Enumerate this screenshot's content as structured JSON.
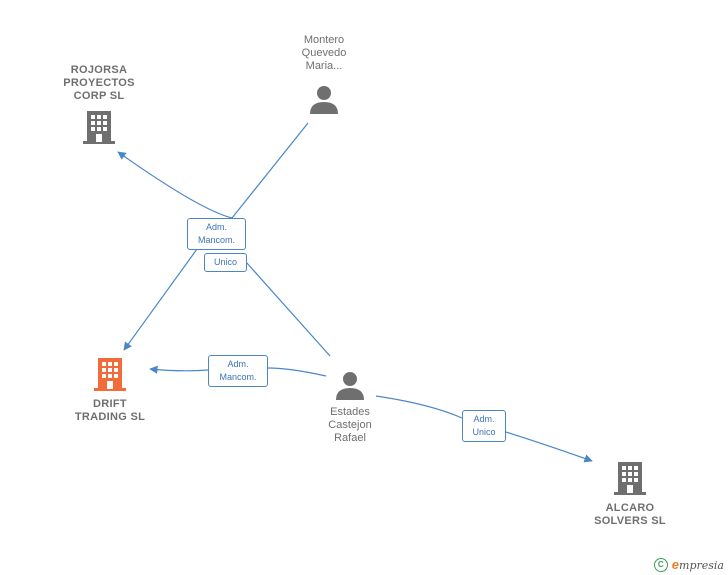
{
  "nodes": {
    "rojorsa": {
      "label": "ROJORSA\nPROYECTOS\nCORP  SL",
      "type": "company",
      "color": "#6f6f6f"
    },
    "montero": {
      "label": "Montero\nQuevedo\nMaria...",
      "type": "person",
      "color": "#6f6f6f"
    },
    "drift": {
      "label": "DRIFT\nTRADING  SL",
      "type": "company",
      "color": "#f26c3a"
    },
    "estades": {
      "label": "Estades\nCastejon\nRafael",
      "type": "person",
      "color": "#6f6f6f"
    },
    "alcaro": {
      "label": "ALCARO\nSOLVERS  SL",
      "type": "company",
      "color": "#6f6f6f"
    }
  },
  "edge_labels": {
    "montero_adm": "Adm.\nMancom.",
    "montero_unico": "Unico",
    "estades_drift": "Adm.\nMancom.",
    "estades_alcaro": "Adm.\nUnico"
  },
  "footer": {
    "copyright_symbol": "C",
    "brand_initial": "e",
    "brand_rest": "mpresia"
  },
  "colors": {
    "edge": "#4a86c8",
    "icon": "#6f6f6f",
    "highlight": "#f26c3a"
  }
}
